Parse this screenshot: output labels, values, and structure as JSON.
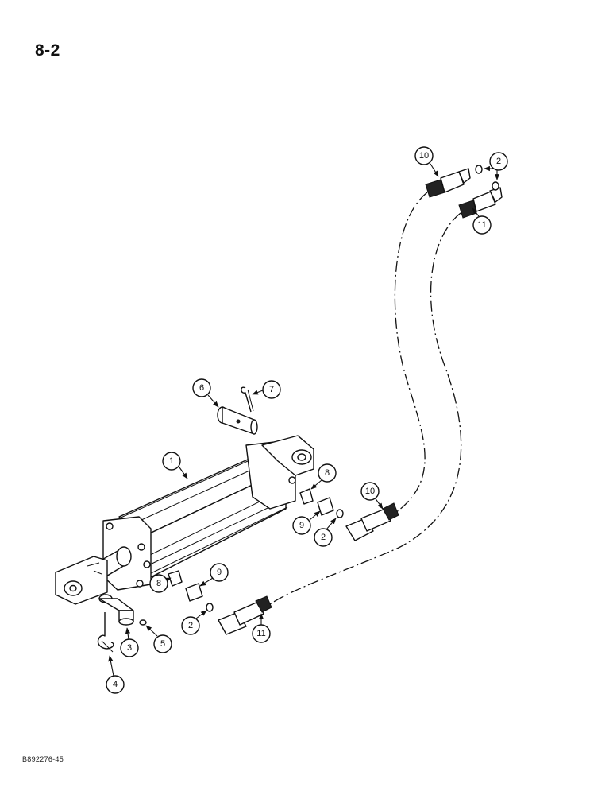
{
  "page": {
    "number": "8-2",
    "ref_code": "B892276-45"
  },
  "callouts": {
    "c1": "1",
    "c2a": "2",
    "c2b": "2",
    "c2c": "2",
    "c3": "3",
    "c4": "4",
    "c5": "5",
    "c6": "6",
    "c7": "7",
    "c8a": "8",
    "c8b": "8",
    "c9a": "9",
    "c9b": "9",
    "c10a": "10",
    "c10b": "10",
    "c11a": "11",
    "c11b": "11"
  },
  "colors": {
    "line": "#111111",
    "paper": "#ffffff"
  }
}
